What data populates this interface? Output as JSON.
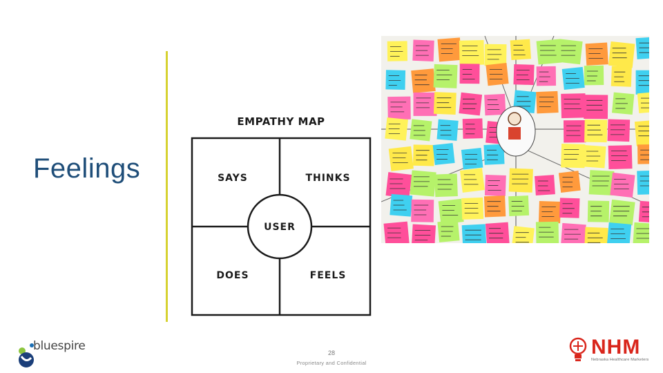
{
  "slide": {
    "title": "Feelings",
    "page_number": "28",
    "footer": "Proprietary and Confidential"
  },
  "empathy_map": {
    "title": "EMPATHY MAP",
    "quadrants": [
      "SAYS",
      "THINKS",
      "DOES",
      "FEELS"
    ],
    "center": "USER"
  },
  "logos": {
    "left_brand": "bluespire",
    "right_brand": "NHM",
    "right_tagline": "Nebraska Healthcare Marketers"
  },
  "colors": {
    "title": "#1f4e79",
    "divider": "#d6d231",
    "nhm_red": "#d9261c",
    "bluespire_blue": "#1b6fb5",
    "bluespire_green": "#8dc63f"
  }
}
